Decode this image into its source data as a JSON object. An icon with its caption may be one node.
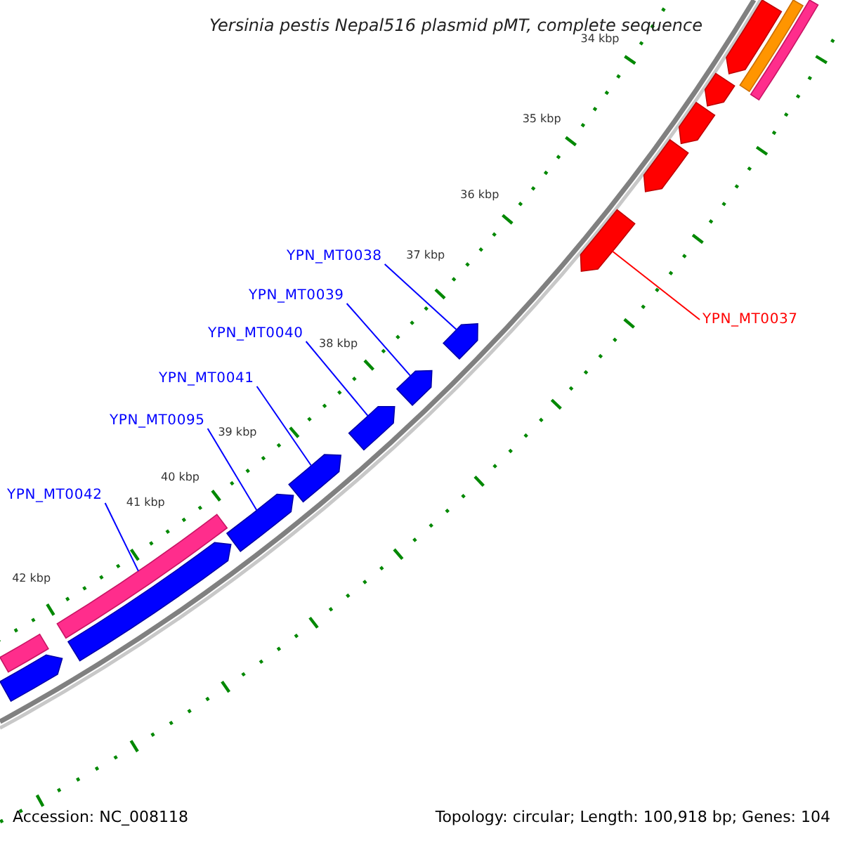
{
  "diagram": {
    "title": "Yersinia pestis Nepal516 plasmid pMT, complete sequence",
    "nodes": [
      {
        "text": [
          "YPN_MT0038"
        ]
      },
      {
        "text": [
          "YPN_MT0039"
        ]
      },
      {
        "text": [
          "YPN_MT0037"
        ]
      },
      {
        "text": [
          "YPN_MT0040"
        ]
      },
      {
        "text": [
          "YPN_MT0041"
        ]
      },
      {
        "text": [
          "YPN_MT0095"
        ]
      },
      {
        "text": [
          "YPN_MT0042"
        ]
      },
      {
        "text": [],
        "shape": "pentagon"
      },
      {
        "text": [],
        "shape": "pentagon"
      },
      {
        "text": [],
        "shape": "pentagon"
      },
      {
        "text": [],
        "shape": "pentagon"
      },
      {
        "text": [],
        "shape": "pentagon"
      },
      {
        "text": [],
        "shape": "pentagon"
      },
      {
        "text": [],
        "shape": "bar"
      },
      {
        "text": [],
        "shape": "pentagon"
      },
      {
        "text": [],
        "shape": "bar"
      },
      {
        "text": [],
        "shape": "bar"
      },
      {
        "text": [],
        "shape": "pentagon"
      },
      {
        "text": [],
        "shape": "pentagon"
      },
      {
        "text": [],
        "shape": "pentagon"
      },
      {
        "text": [],
        "shape": "pentagon"
      },
      {
        "text": [],
        "shape": "bar"
      },
      {
        "text": [],
        "shape": "pentagon"
      }
    ],
    "edges": [
      {
        "from": 0,
        "to": 8,
        "arrow": "none"
      },
      {
        "from": 1,
        "to": 9,
        "arrow": "none"
      },
      {
        "from": 2,
        "to": 7,
        "arrow": "none",
        "color": "#ff0000"
      },
      {
        "from": 3,
        "to": 10,
        "arrow": "none"
      },
      {
        "from": 4,
        "to": 11,
        "arrow": "none"
      },
      {
        "from": 5,
        "to": 12,
        "arrow": "none"
      },
      {
        "from": 6,
        "to": 13,
        "arrow": "none"
      }
    ],
    "labels": [
      "34 kbp",
      "35 kbp",
      "36 kbp",
      "37 kbp",
      "38 kbp",
      "39 kbp",
      "40 kbp",
      "41 kbp",
      "42 kbp",
      "Accession: NC_008118",
      "Topology: circular; Length: 100,918 bp; Genes: 104"
    ]
  }
}
